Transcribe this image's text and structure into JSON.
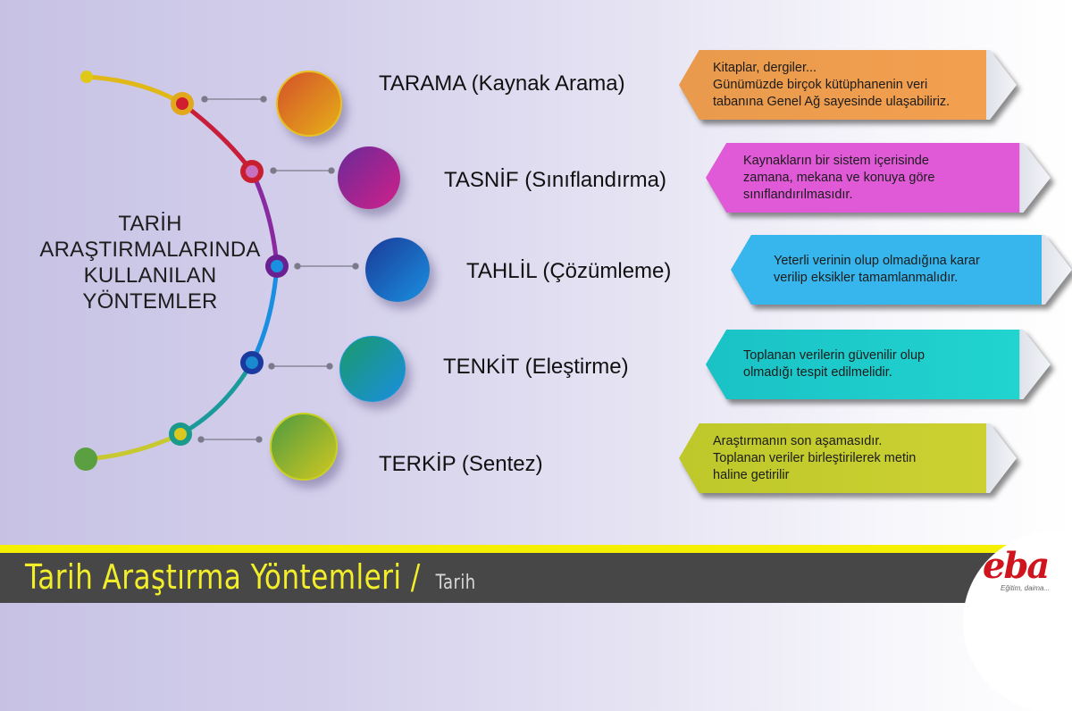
{
  "main_title": {
    "lines": [
      "TARİH",
      "ARAŞTIRMALARINDA",
      "KULLANILAN",
      "YÖNTEMLER"
    ]
  },
  "methods": [
    {
      "label": "TARAMA (Kaynak Arama)",
      "description_lines": [
        "Kitaplar, dergiler...",
        "Günümüzde birçok kütüphanenin veri",
        "tabanına Genel Ağ sayesinde ulaşabiliriz."
      ],
      "color": "#f0a050",
      "ball_colors": [
        "#d9502a",
        "#e6b018"
      ]
    },
    {
      "label": "TASNİF (Sınıflandırma)",
      "description_lines": [
        "Kaynakların  bir sistem içerisinde",
        "zamana, mekana ve konuya göre",
        "sınıflandırılmasıdır."
      ],
      "color": "#e05ad8",
      "ball_colors": [
        "#7a2a9a",
        "#d0208a"
      ]
    },
    {
      "label": "TAHLİL (Çözümleme)",
      "description_lines": [
        "Yeterli verinin olup olmadığına karar",
        "verilip eksikler tamamlanmalıdır."
      ],
      "color": "#36b6ec",
      "ball_colors": [
        "#1a4aa8",
        "#1a8ee0"
      ]
    },
    {
      "label": "TENKİT (Eleştirme)",
      "description_lines": [
        "Toplanan verilerin güvenilir olup",
        "olmadığı tespit edilmelidir."
      ],
      "color": "#1ed4d0",
      "ball_colors": [
        "#1a9a7a",
        "#1a8ad0"
      ]
    },
    {
      "label": "TERKİP (Sentez)",
      "description_lines": [
        "Araştırmanın son aşamasıdır.",
        "Toplanan veriler birleştirilerek metin",
        "haline getirilir"
      ],
      "color": "#c8d030",
      "ball_colors": [
        "#5aa040",
        "#d0c820"
      ]
    }
  ],
  "footer": {
    "title": "Tarih Araştırma Yöntemleri",
    "separator": "/",
    "subtitle": "Tarih",
    "band_color": "#f4f000"
  },
  "logo": {
    "word": "eba",
    "tagline": "Eğitim, daima..."
  }
}
